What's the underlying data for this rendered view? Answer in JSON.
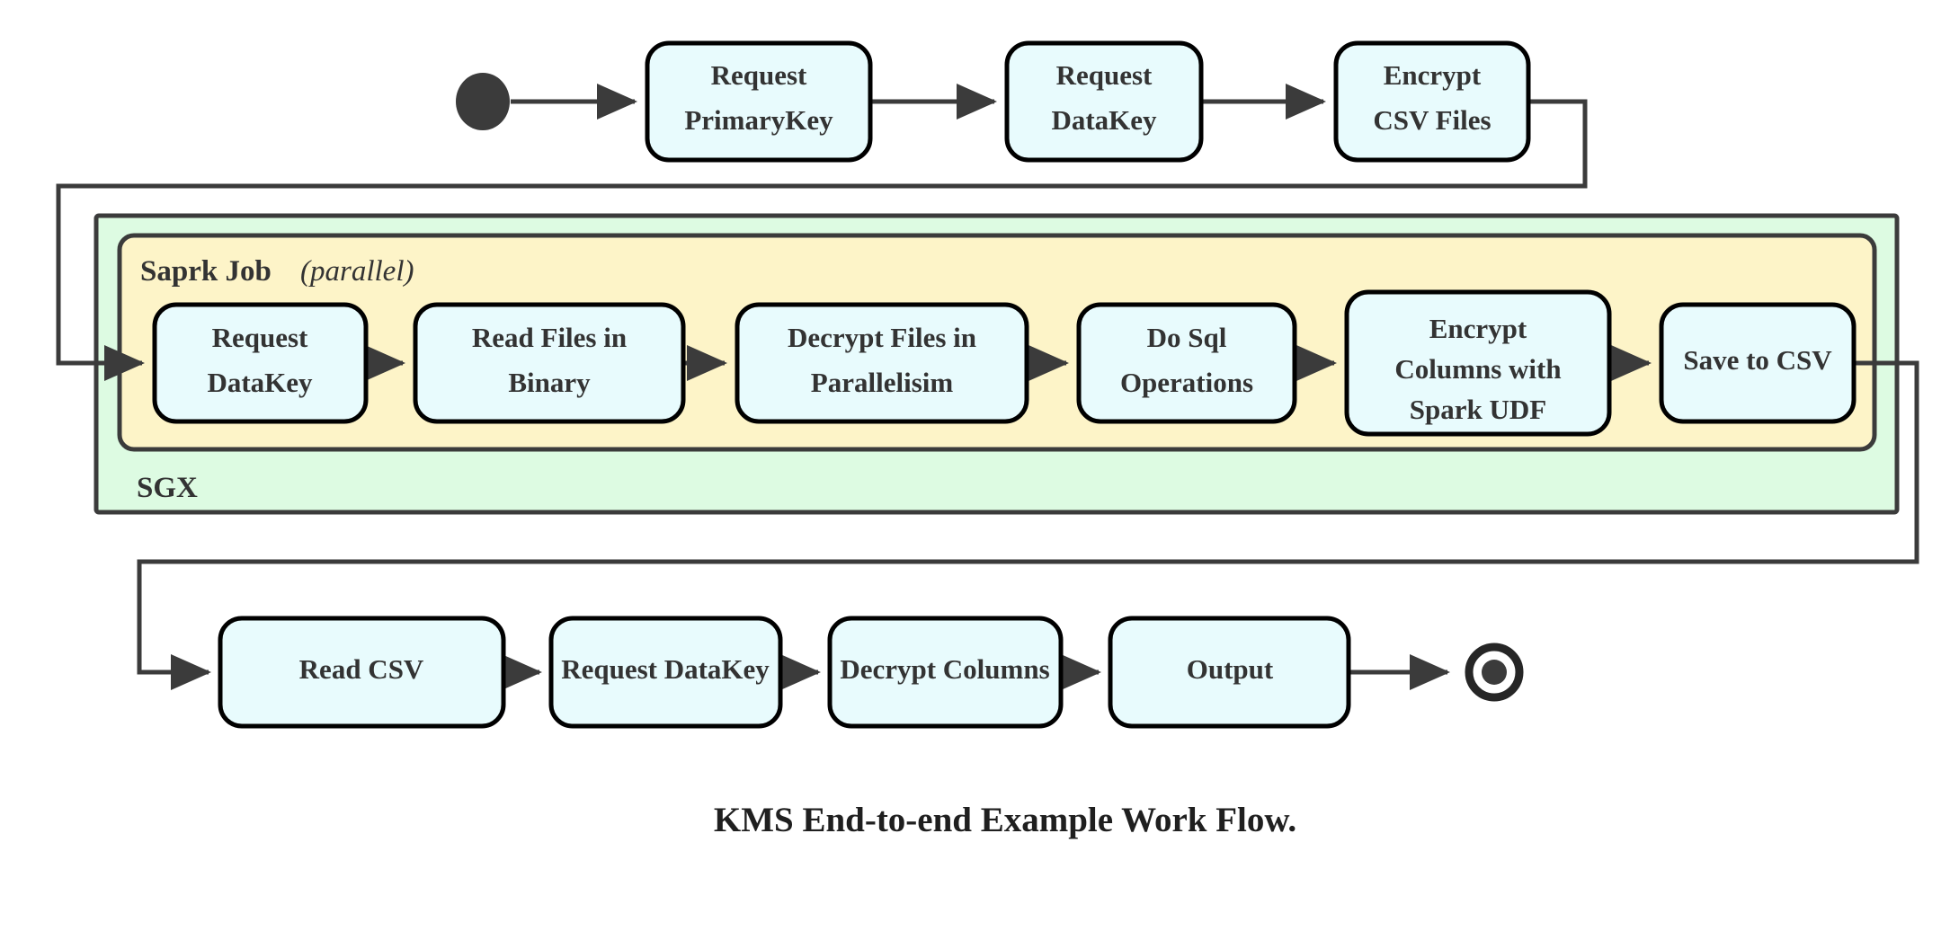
{
  "diagram": {
    "caption": "KMS End-to-end Example Work Flow.",
    "colors": {
      "node_fill": "#e8fbfd",
      "node_stroke": "#000000",
      "sgx_fill": "#ddfbe2",
      "spark_fill": "#fdf4c8",
      "edge": "#3b3b3b",
      "text": "#333333"
    },
    "start_node": {
      "name": "start",
      "shape": "filled-circle"
    },
    "end_node": {
      "name": "end",
      "shape": "ring-with-filled-circle"
    },
    "containers": [
      {
        "id": "sgx",
        "label": "SGX",
        "label_position": "bottom-left",
        "fill": "#ddfbe2"
      },
      {
        "id": "spark",
        "label_bold": "Saprk Job",
        "label_italic": "(parallel)",
        "label_position": "top-left",
        "fill": "#fdf4c8"
      }
    ],
    "rows": {
      "top": [
        {
          "id": "request-primarykey",
          "lines": [
            "Request",
            "PrimaryKey"
          ]
        },
        {
          "id": "request-datakey-top",
          "lines": [
            "Request",
            "DataKey"
          ]
        },
        {
          "id": "encrypt-csv-files",
          "lines": [
            "Encrypt",
            "CSV Files"
          ]
        }
      ],
      "spark": [
        {
          "id": "request-datakey-spark",
          "lines": [
            "Request",
            "DataKey"
          ]
        },
        {
          "id": "read-files-in-binary",
          "lines": [
            "Read Files in",
            "Binary"
          ]
        },
        {
          "id": "decrypt-files-in-parallelisim",
          "lines": [
            "Decrypt Files in",
            "Parallelisim"
          ]
        },
        {
          "id": "do-sql-operations",
          "lines": [
            "Do Sql",
            "Operations"
          ]
        },
        {
          "id": "encrypt-columns-with-spark-udf",
          "lines": [
            "Encrypt",
            "Columns with",
            "Spark UDF"
          ]
        },
        {
          "id": "save-to-csv",
          "lines": [
            "Save to CSV"
          ]
        }
      ],
      "bottom": [
        {
          "id": "read-csv",
          "lines": [
            "Read CSV"
          ]
        },
        {
          "id": "request-datakey-bottom",
          "lines": [
            "Request DataKey"
          ]
        },
        {
          "id": "decrypt-columns",
          "lines": [
            "Decrypt Columns"
          ]
        },
        {
          "id": "output",
          "lines": [
            "Output"
          ]
        }
      ]
    }
  }
}
